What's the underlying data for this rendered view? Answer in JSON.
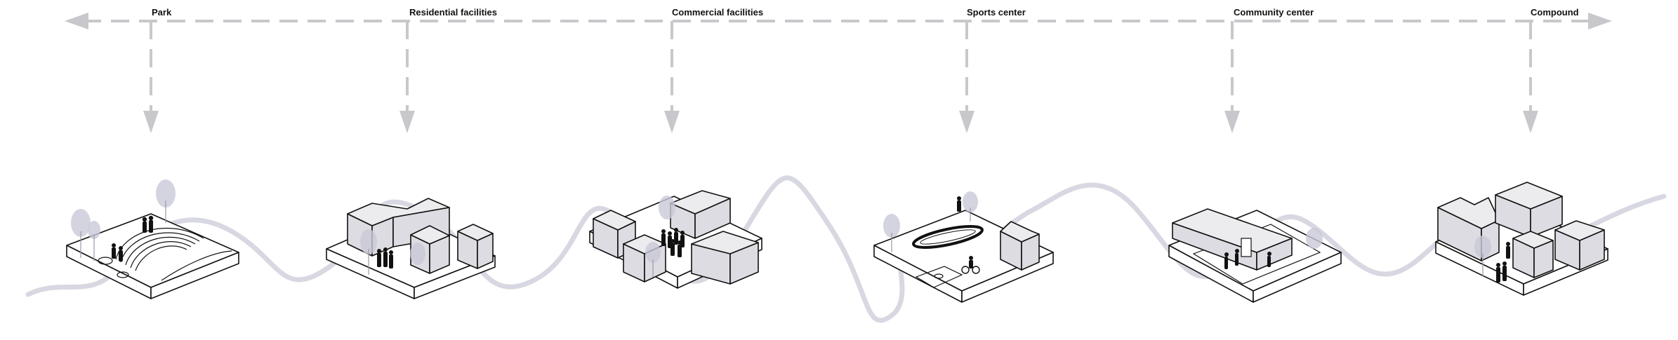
{
  "diagram": {
    "labels": [
      {
        "key": "park",
        "text": "Park"
      },
      {
        "key": "residential",
        "text": "Residential facilities"
      },
      {
        "key": "commercial",
        "text": "Commercial facilities"
      },
      {
        "key": "sports",
        "text": "Sports center"
      },
      {
        "key": "community",
        "text": "Community center"
      },
      {
        "key": "compound",
        "text": "Compound"
      }
    ],
    "colors": {
      "axis": "#c8c8cc",
      "wave": "#d8d8e2",
      "outline": "#111111",
      "tree": "#c9c9d8"
    }
  }
}
